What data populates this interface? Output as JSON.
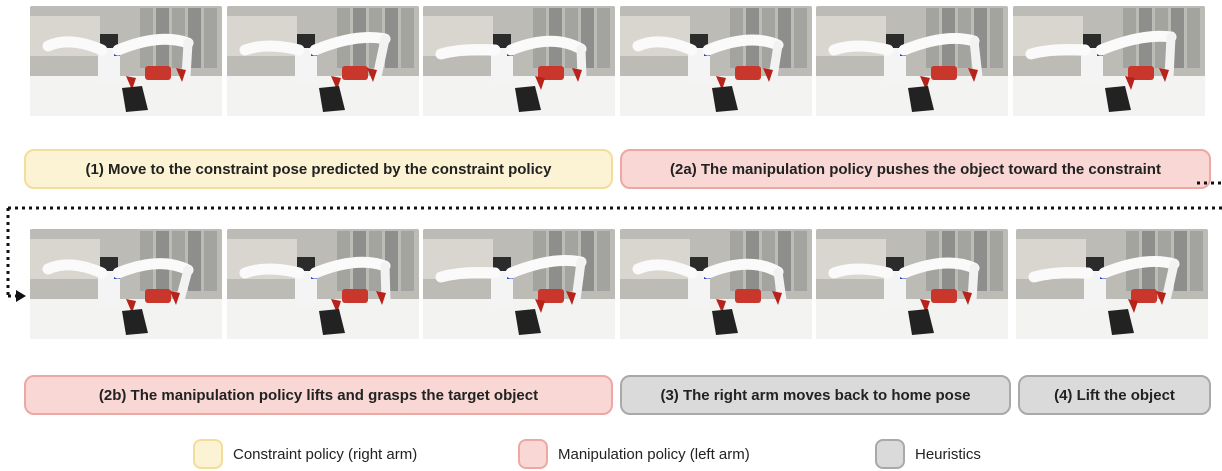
{
  "captions": {
    "step1": "(1) Move to the constraint pose predicted by the constraint policy",
    "step2a": "(2a) The manipulation policy pushes the object toward the constraint",
    "step2b": "(2b) The manipulation policy lifts and grasps the target object",
    "step3": "(3) The right arm moves back to home pose",
    "step4": "(4) Lift the object"
  },
  "legend": [
    {
      "label": "Constraint policy (right arm)",
      "color": "#fbf3d4",
      "border": "#f3dd9a"
    },
    {
      "label": "Manipulation policy (left arm)",
      "color": "#f8d7d5",
      "border": "#eea8a4"
    },
    {
      "label": "Heuristics",
      "color": "#dadada",
      "border": "#a9a9a9"
    }
  ],
  "frames": {
    "row1": [
      "robot-frame",
      "robot-frame",
      "robot-frame",
      "robot-frame",
      "robot-frame",
      "robot-frame"
    ],
    "row2": [
      "robot-frame",
      "robot-frame",
      "robot-frame",
      "robot-frame",
      "robot-frame",
      "robot-frame"
    ]
  }
}
